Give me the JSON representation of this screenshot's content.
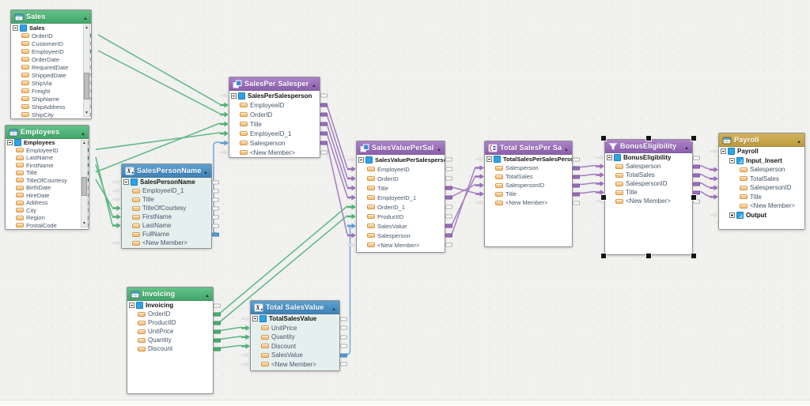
{
  "colors": {
    "wire_green": "#5cb884",
    "wire_purple": "#a37fc0",
    "wire_blue": "#76a7d9",
    "header_green": "#4db376",
    "header_purple": "#9c72bd",
    "header_blue": "#4e92c6",
    "header_gold": "#c7a84e"
  },
  "nodes": {
    "sales": {
      "title": "Sales",
      "rows": [
        {
          "name": "Sales",
          "icon": "root",
          "exp": "minus",
          "lvl": "0"
        },
        {
          "name": "OrderID",
          "icon": "field",
          "lvl": "1",
          "out": "green"
        },
        {
          "name": "CustomerID",
          "icon": "field",
          "lvl": "1",
          "out": "white"
        },
        {
          "name": "EmployeeID",
          "icon": "field",
          "lvl": "1",
          "out": "green"
        },
        {
          "name": "OrderDate",
          "icon": "field",
          "lvl": "1",
          "out": "white"
        },
        {
          "name": "RequiredDate",
          "icon": "field",
          "lvl": "1",
          "out": "white"
        },
        {
          "name": "ShippedDate",
          "icon": "field",
          "lvl": "1",
          "out": "white"
        },
        {
          "name": "ShipVia",
          "icon": "field",
          "lvl": "1",
          "out": "white"
        },
        {
          "name": "Freight",
          "icon": "field",
          "lvl": "1",
          "out": "white"
        },
        {
          "name": "ShipName",
          "icon": "field",
          "lvl": "1",
          "out": "white"
        },
        {
          "name": "ShipAddress",
          "icon": "field",
          "lvl": "1",
          "out": "white"
        },
        {
          "name": "ShipCity",
          "icon": "field",
          "lvl": "1",
          "out": "white"
        }
      ]
    },
    "employees": {
      "title": "Employees",
      "rows": [
        {
          "name": "Employees",
          "icon": "root",
          "exp": "minus",
          "lvl": "0",
          "out": "white"
        },
        {
          "name": "EmployeeID",
          "icon": "field",
          "lvl": "1",
          "out": "green"
        },
        {
          "name": "LastName",
          "icon": "field",
          "lvl": "1",
          "out": "green"
        },
        {
          "name": "FirstName",
          "icon": "field",
          "lvl": "1",
          "out": "green"
        },
        {
          "name": "Title",
          "icon": "field",
          "lvl": "1",
          "out": "green"
        },
        {
          "name": "TitleOfCourtesy",
          "icon": "field",
          "lvl": "1",
          "out": "green"
        },
        {
          "name": "BirthDate",
          "icon": "field",
          "lvl": "1",
          "out": "white"
        },
        {
          "name": "HireDate",
          "icon": "field",
          "lvl": "1",
          "out": "white"
        },
        {
          "name": "Address",
          "icon": "field",
          "lvl": "1",
          "out": "white"
        },
        {
          "name": "City",
          "icon": "field",
          "lvl": "1",
          "out": "white"
        },
        {
          "name": "Region",
          "icon": "field",
          "lvl": "1",
          "out": "white"
        },
        {
          "name": "PostalCode",
          "icon": "field",
          "lvl": "1",
          "out": "white"
        }
      ]
    },
    "sps": {
      "title": "SalesPer Salesperson",
      "rows": [
        {
          "name": "SalesPerSalesperson",
          "icon": "root",
          "exp": "minus",
          "lvl": "0",
          "in": "arrow-white",
          "out": "white"
        },
        {
          "name": "EmployeeID",
          "icon": "field",
          "lvl": "1",
          "in": "arrow-green",
          "out": "purple"
        },
        {
          "name": "OrderID",
          "icon": "field",
          "lvl": "1",
          "in": "arrow-green",
          "out": "purple"
        },
        {
          "name": "Title",
          "icon": "field",
          "lvl": "1",
          "in": "arrow-green",
          "out": "purple"
        },
        {
          "name": "EmployeeID_1",
          "icon": "field",
          "lvl": "1",
          "in": "arrow-green",
          "out": "purple"
        },
        {
          "name": "Salesperson",
          "icon": "field",
          "lvl": "1",
          "in": "arrow-blue",
          "out": "purple"
        },
        {
          "name": "<New Member>",
          "icon": "field",
          "lvl": "1",
          "in": "arrow-white",
          "out": "white"
        }
      ]
    },
    "spn": {
      "title": "SalesPersonName",
      "rows": [
        {
          "name": "SalesPersonName",
          "icon": "root",
          "exp": "minus",
          "lvl": "0",
          "in": "arrow-white",
          "out": "white"
        },
        {
          "name": "EmployeeID_1",
          "icon": "field",
          "lvl": "1",
          "in": "arrow-white",
          "out": "white"
        },
        {
          "name": "Title",
          "icon": "field",
          "lvl": "1",
          "in": "arrow-white",
          "out": "white"
        },
        {
          "name": "TitleOfCourtesy",
          "icon": "field",
          "lvl": "1",
          "in": "arrow-green",
          "out": "white"
        },
        {
          "name": "FirstName",
          "icon": "field",
          "lvl": "1",
          "in": "arrow-green",
          "out": "white"
        },
        {
          "name": "LastName",
          "icon": "field",
          "lvl": "1",
          "in": "arrow-green",
          "out": "white"
        },
        {
          "name": "FullName",
          "icon": "field",
          "lvl": "1",
          "out": "blue"
        },
        {
          "name": "<New Member>",
          "icon": "field",
          "lvl": "1",
          "in": "arrow-white"
        }
      ]
    },
    "invoicing": {
      "title": "Invoicing",
      "rows": [
        {
          "name": "Invoicing",
          "icon": "root",
          "exp": "minus",
          "lvl": "0",
          "out": "white"
        },
        {
          "name": "OrderID",
          "icon": "field",
          "lvl": "1",
          "out": "green"
        },
        {
          "name": "ProductID",
          "icon": "field",
          "lvl": "1",
          "out": "green"
        },
        {
          "name": "UnitPrice",
          "icon": "field",
          "lvl": "1",
          "out": "green"
        },
        {
          "name": "Quantity",
          "icon": "field",
          "lvl": "1",
          "out": "green"
        },
        {
          "name": "Discount",
          "icon": "field",
          "lvl": "1",
          "out": "green"
        }
      ]
    },
    "tsv": {
      "title": "Total SalesValue",
      "rows": [
        {
          "name": "TotalSalesValue",
          "icon": "root",
          "exp": "minus",
          "lvl": "0",
          "in": "arrow-white",
          "out": "white"
        },
        {
          "name": "UnitPrice",
          "icon": "field",
          "lvl": "1",
          "in": "arrow-green",
          "out": "white"
        },
        {
          "name": "Quantity",
          "icon": "field",
          "lvl": "1",
          "in": "arrow-green",
          "out": "white"
        },
        {
          "name": "Discount",
          "icon": "field",
          "lvl": "1",
          "in": "arrow-green",
          "out": "white"
        },
        {
          "name": "SalesValue",
          "icon": "field",
          "lvl": "1",
          "in": "arrow-white",
          "out": "blue"
        },
        {
          "name": "<New Member>",
          "icon": "field",
          "lvl": "1",
          "in": "arrow-white",
          "out": "white"
        }
      ]
    },
    "svps": {
      "title": "SalesValuePerSale...",
      "rows": [
        {
          "name": "SalesValuePerSalesperson",
          "icon": "root",
          "exp": "minus",
          "lvl": "0",
          "in": "arrow-white",
          "out": "white"
        },
        {
          "name": "EmployeeID",
          "icon": "field",
          "lvl": "1",
          "in": "arrow-purple",
          "out": "white"
        },
        {
          "name": "OrderID",
          "icon": "field",
          "lvl": "1",
          "in": "arrow-purple",
          "out": "white"
        },
        {
          "name": "Title",
          "icon": "field",
          "lvl": "1",
          "in": "arrow-purple",
          "out": "purple"
        },
        {
          "name": "EmployeeID_1",
          "icon": "field",
          "lvl": "1",
          "in": "arrow-purple",
          "out": "purple"
        },
        {
          "name": "OrderID_1",
          "icon": "field",
          "lvl": "1",
          "in": "arrow-green",
          "out": "white"
        },
        {
          "name": "ProductID",
          "icon": "field",
          "lvl": "1",
          "in": "arrow-green",
          "out": "white"
        },
        {
          "name": "SalesValue",
          "icon": "field",
          "lvl": "1",
          "in": "arrow-blue",
          "out": "purple"
        },
        {
          "name": "Salesperson",
          "icon": "field",
          "lvl": "1",
          "in": "arrow-purple",
          "out": "purple"
        },
        {
          "name": "<New Member>",
          "icon": "field",
          "lvl": "1",
          "in": "arrow-white",
          "out": "white"
        }
      ]
    },
    "tsps": {
      "title": "Total SalesPer Sales...",
      "rows": [
        {
          "name": "TotalSalesPerSalesPerson",
          "icon": "root",
          "exp": "minus",
          "lvl": "0",
          "in": "arrow-white",
          "out": "white"
        },
        {
          "name": "Salesperson",
          "icon": "field",
          "lvl": "1",
          "in": "arrow-purple",
          "out": "purple"
        },
        {
          "name": "TotalSales",
          "icon": "field",
          "lvl": "1",
          "in": "arrow-purple",
          "out": "purple"
        },
        {
          "name": "SalespersonID",
          "icon": "field",
          "lvl": "1",
          "in": "arrow-purple",
          "out": "purple"
        },
        {
          "name": "Title",
          "icon": "field",
          "lvl": "1",
          "in": "arrow-purple",
          "out": "purple"
        },
        {
          "name": "<New Member>",
          "icon": "field",
          "lvl": "1",
          "in": "arrow-white",
          "out": "white"
        }
      ]
    },
    "be": {
      "title": "BonusEligibility",
      "selected": true,
      "rows": [
        {
          "name": "BonusEligibility",
          "icon": "root",
          "exp": "minus",
          "lvl": "0",
          "in": "arrow-white",
          "out": "white"
        },
        {
          "name": "Salesperson",
          "icon": "field",
          "lvl": "1",
          "in": "arrow-purple",
          "out": "purple"
        },
        {
          "name": "TotalSales",
          "icon": "field",
          "lvl": "1",
          "in": "arrow-purple",
          "out": "purple"
        },
        {
          "name": "SalespersonID",
          "icon": "field",
          "lvl": "1",
          "in": "arrow-purple",
          "out": "purple"
        },
        {
          "name": "Title",
          "icon": "field",
          "lvl": "1",
          "in": "arrow-purple",
          "out": "purple"
        },
        {
          "name": "<New Member>",
          "icon": "field",
          "lvl": "1",
          "in": "arrow-white",
          "out": "white"
        }
      ]
    },
    "pay": {
      "title": "Payroll",
      "rows": [
        {
          "name": "Payroll",
          "icon": "root",
          "exp": "minus",
          "lvl": "0",
          "in": "arrow-white"
        },
        {
          "name": "Input_Insert",
          "icon": "io",
          "exp": "minus",
          "lvl": "1"
        },
        {
          "name": "Salesperson",
          "icon": "field",
          "lvl": "2",
          "in": "arrow-purple"
        },
        {
          "name": "TotalSales",
          "icon": "field",
          "lvl": "2",
          "in": "arrow-purple"
        },
        {
          "name": "SalespersonID",
          "icon": "field",
          "lvl": "2",
          "in": "arrow-purple"
        },
        {
          "name": "Title",
          "icon": "field",
          "lvl": "2",
          "in": "arrow-purple"
        },
        {
          "name": "<New Member>",
          "icon": "field",
          "lvl": "2"
        },
        {
          "name": "Output",
          "icon": "io",
          "exp": "plus",
          "lvl": "1",
          "in": "arrow-white"
        }
      ]
    }
  },
  "connections": [
    {
      "from": "Sales.OrderID",
      "to": "SalesPerSalesperson.EmployeeID",
      "color": "green"
    },
    {
      "from": "Sales.EmployeeID",
      "to": "SalesPerSalesperson.OrderID",
      "color": "green"
    },
    {
      "from": "Employees.EmployeeID",
      "to": "SalesPerSalesperson.EmployeeID_1",
      "color": "green"
    },
    {
      "from": "Employees.Title",
      "to": "SalesPerSalesperson.Title",
      "color": "green"
    },
    {
      "from": "Employees.TitleOfCourtesy",
      "to": "SalesPersonName.TitleOfCourtesy",
      "color": "green"
    },
    {
      "from": "Employees.FirstName",
      "to": "SalesPersonName.FirstName",
      "color": "green"
    },
    {
      "from": "Employees.LastName",
      "to": "SalesPersonName.LastName",
      "color": "green"
    },
    {
      "from": "Invoicing.OrderID",
      "to": "SalesValuePerSalesperson.OrderID_1",
      "color": "green"
    },
    {
      "from": "Invoicing.ProductID",
      "to": "SalesValuePerSalesperson.ProductID",
      "color": "green"
    },
    {
      "from": "Invoicing.UnitPrice",
      "to": "TotalSalesValue.UnitPrice",
      "color": "green"
    },
    {
      "from": "Invoicing.Quantity",
      "to": "TotalSalesValue.Quantity",
      "color": "green"
    },
    {
      "from": "Invoicing.Discount",
      "to": "TotalSalesValue.Discount",
      "color": "green"
    },
    {
      "from": "SalesPersonName.FullName",
      "to": "SalesPerSalesperson.Salesperson",
      "color": "blue"
    },
    {
      "from": "TotalSalesValue.SalesValue",
      "to": "SalesValuePerSalesperson.SalesValue",
      "color": "blue"
    },
    {
      "from": "SalesPerSalesperson.EmployeeID",
      "to": "SalesValuePerSalesperson.EmployeeID",
      "color": "purple"
    },
    {
      "from": "SalesPerSalesperson.OrderID",
      "to": "SalesValuePerSalesperson.OrderID",
      "color": "purple"
    },
    {
      "from": "SalesPerSalesperson.Title",
      "to": "SalesValuePerSalesperson.Title",
      "color": "purple"
    },
    {
      "from": "SalesPerSalesperson.EmployeeID_1",
      "to": "SalesValuePerSalesperson.EmployeeID_1",
      "color": "purple"
    },
    {
      "from": "SalesPerSalesperson.Salesperson",
      "to": "SalesValuePerSalesperson.Salesperson",
      "color": "purple"
    },
    {
      "from": "SalesValuePerSalesperson.Title",
      "to": "TotalSalesPerSalesPerson.Title",
      "color": "purple"
    },
    {
      "from": "SalesValuePerSalesperson.EmployeeID_1",
      "to": "TotalSalesPerSalesPerson.SalespersonID",
      "color": "purple"
    },
    {
      "from": "SalesValuePerSalesperson.SalesValue",
      "to": "TotalSalesPerSalesPerson.TotalSales",
      "color": "purple"
    },
    {
      "from": "SalesValuePerSalesperson.Salesperson",
      "to": "TotalSalesPerSalesPerson.Salesperson",
      "color": "purple"
    },
    {
      "from": "TotalSalesPerSalesPerson.Salesperson",
      "to": "BonusEligibility.Salesperson",
      "color": "purple"
    },
    {
      "from": "TotalSalesPerSalesPerson.TotalSales",
      "to": "BonusEligibility.TotalSales",
      "color": "purple"
    },
    {
      "from": "TotalSalesPerSalesPerson.SalespersonID",
      "to": "BonusEligibility.SalespersonID",
      "color": "purple"
    },
    {
      "from": "TotalSalesPerSalesPerson.Title",
      "to": "BonusEligibility.Title",
      "color": "purple"
    },
    {
      "from": "BonusEligibility.Salesperson",
      "to": "Payroll.Salesperson",
      "color": "purple"
    },
    {
      "from": "BonusEligibility.TotalSales",
      "to": "Payroll.TotalSales",
      "color": "purple"
    },
    {
      "from": "BonusEligibility.SalespersonID",
      "to": "Payroll.SalespersonID",
      "color": "purple"
    },
    {
      "from": "BonusEligibility.Title",
      "to": "Payroll.Title",
      "color": "purple"
    }
  ]
}
